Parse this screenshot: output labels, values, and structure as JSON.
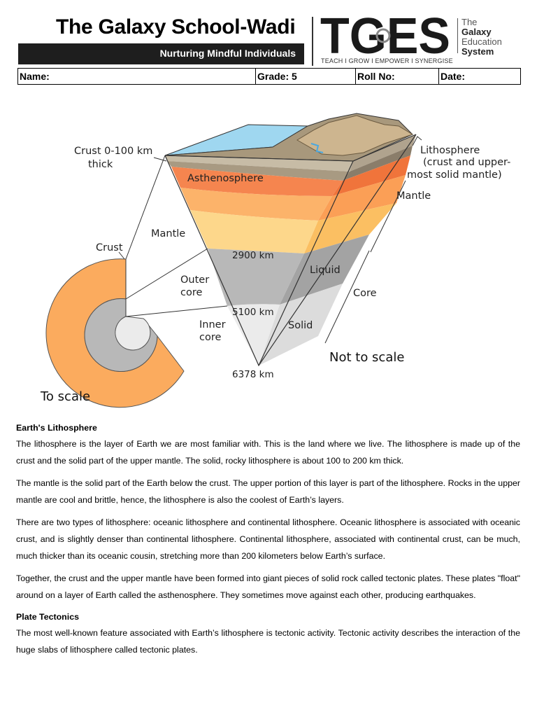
{
  "header": {
    "school_name": "The Galaxy School-Wadi",
    "motto": "Nurturing Mindful Individuals",
    "logo_letters": "TGES",
    "logo_tagline": "TEACH I GROW I EMPOWER I SYNERGISE",
    "logo_line1": "The",
    "logo_line2": "Galaxy",
    "logo_line3": "Education",
    "logo_line4": "System"
  },
  "info_row": {
    "name_label": "Name:",
    "grade_label": "Grade: 5",
    "roll_label": "Roll No:",
    "date_label": "Date:"
  },
  "diagram": {
    "crust_thick_line1": "Crust 0-100 km",
    "crust_thick_line2": "thick",
    "lithosphere_line1": "Lithosphere",
    "lithosphere_line2": "(crust and upper-",
    "lithosphere_line3": "most solid mantle)",
    "asthenosphere": "Asthenosphere",
    "mantle_left": "Mantle",
    "mantle_right": "Mantle",
    "crust": "Crust",
    "depth_2900": "2900 km",
    "outer_core_line1": "Outer",
    "outer_core_line2": "core",
    "liquid": "Liquid",
    "core": "Core",
    "depth_5100": "5100 km",
    "inner_core_line1": "Inner",
    "inner_core_line2": "core",
    "solid": "Solid",
    "not_to_scale": "Not to scale",
    "depth_6378": "6378 km",
    "to_scale": "To scale",
    "colors": {
      "asthenosphere": "#f5854f",
      "mantle_upper": "#fcb36a",
      "mantle_lower": "#fdd78b",
      "core_outer": "#b8b8b8",
      "core_inner": "#ebebeb",
      "ocean": "#9fd7f0"
    }
  },
  "content": {
    "heading1": "Earth's Lithosphere",
    "p1": "The lithosphere is the layer of Earth we are most familiar with. This is the land where we live. The lithosphere is made up of the crust and the solid part of the upper mantle. The solid, rocky lithosphere is about 100 to 200 km thick.",
    "p2": "The mantle is the solid part of the Earth below the crust. The upper portion of this layer is part of the lithosphere. Rocks in the upper mantle are cool and brittle, hence, the lithosphere is also the coolest of Earth’s layers.",
    "p3": "There are two types of lithosphere: oceanic lithosphere and continental lithosphere. Oceanic lithosphere is associated with oceanic crust, and is slightly denser than continental lithosphere. Continental lithosphere, associated with continental crust, can be much, much thicker than its oceanic cousin, stretching more than 200 kilometers below Earth’s surface.",
    "p4": "Together, the crust and the upper mantle have been formed into giant pieces of solid rock called tectonic plates. These plates \"float\" around on a layer of Earth called the asthenosphere. They sometimes move against each other, producing earthquakes.",
    "heading2": "Plate Tectonics",
    "p5": "The most well-known feature associated with Earth’s lithosphere is tectonic activity. Tectonic activity describes the interaction of the huge slabs of lithosphere called tectonic plates."
  }
}
